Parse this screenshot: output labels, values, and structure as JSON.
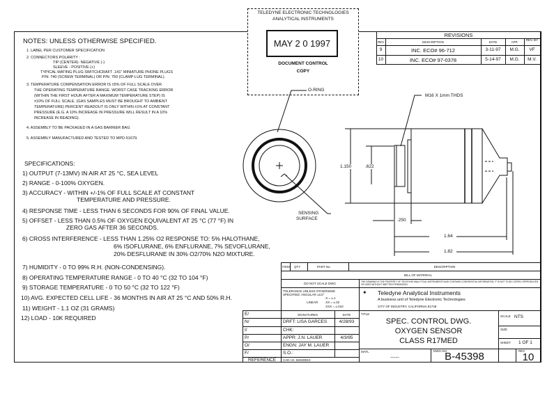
{
  "stamp": {
    "org1": "TELEDYNE ELECTRONIC TECHNOLOGIES",
    "org2": "ANALYTICAL INSTRUMENTS",
    "date": "MAY 2 0 1997",
    "line1": "DOCUMENT CONTROL",
    "line2": "COPY"
  },
  "revisions": {
    "title": "REVISIONS",
    "headers": [
      "REV",
      "DESCRIPTION",
      "DATE",
      "APP.",
      "REV. BY"
    ],
    "rows": [
      [
        "9",
        "INC. ECO# 96-712",
        "3-11-97",
        "M.G.",
        "VF"
      ],
      [
        "10",
        "INC. ECO# 97-0378",
        "5-14-97",
        "M.G.",
        "M.V."
      ]
    ]
  },
  "notes": {
    "title": "NOTES: UNLESS OTHERWISE SPECIFIED.",
    "items": [
      "1. LABEL PER CUSTOMER SPECIFICATION",
      "2. CONNECTORS POLARITY :",
      "TIP (CENTER)- NEGATIVE (-)",
      "SLEEVE - POSITIVE (+)",
      "TYPICAL MATING PLUG SWITCHCRAFT .141\" MINIATURE PHONE PLUGS",
      "P/N: 740 (SCREW TERMINAL) OR P/N: 750 (CLAMP-LUG TERMINAL).",
      "3. TEMPERATURE COMPENSATION ERROR IS ±5% OF FULL SCALE OVER",
      "THE OPERATING TEMPERATURE RANGE. WORST CASE TRACKING ERROR",
      "(WITHIN THE FIRST HOUR AFTER A MAXIMUM TEMPERATURE STEP) IS",
      "±10% OF FULL SCALE. (GAS SAMPLES MUST BE BROUGHT TO AMBIENT",
      "TEMPERATURE) PERCENT READOUT IS ONLY WITHIN ±1% AT CONSTANT",
      "PRESSURE (E.G. A 10% INCREASE IN PRESSURE WILL RESULT IN A 10%",
      "INCREASE IN READING).",
      "4. ASSEMBLY TO BE PACKAGED IN A GAS BARRIER BAG",
      "5. ASSEMBLY MANUFACTURED AND TESTED TO MPD-51679."
    ]
  },
  "specs": {
    "title": "SPECIFICATIONS:",
    "items": [
      "1) OUTPUT    (7-13MV) IN AIR AT 25 °C, SEA LEVEL",
      "2) RANGE - 0-100% OXYGEN.",
      "3) ACCURACY - WITHIN +/-1% OF FULL SCALE AT CONSTANT",
      "TEMPERATURE AND PRESSURE.",
      "4) RESPONSE TIME - LESS THAN 6 SECONDS FOR 90% OF FINAL VALUE.",
      "5) OFFSET - LESS THAN 0.5% OF OXYGEN EQUIVALENT AT 25 °C (77 °F) IN",
      "ZERO GAS AFTER 36 SECONDS.",
      "6) CROSS INTERFERENCE - LESS THAN 1.25% O2 RESPONSE TO: 5% HALOTHANE,",
      "6% ISOFLURANE, 6% ENFLURANE, 7% SEVOFLURANE,",
      "20% DESFLURANE IN 30% O2/70% N2O MIXTURE.",
      "7) HUMIDITY - 0 TO 99% R.H. (NON-CONDENSING).",
      "8) OPERATING TEMPERATURE RANGE - 0 TO 40 °C (32 TO 104 °F)",
      "9) STORAGE TEMPERATURE - 0 TO 50 °C (32 TO 122 °F)",
      "10) AVG. EXPECTED CELL LIFE - 36 MONTHS IN AIR AT 25 °C AND 50% R.H.",
      "11) WEIGHT - 1.1 OZ (31 GRAMS)",
      "12) LOAD - 10K REQUIRED"
    ]
  },
  "drawing": {
    "oring": "O-RING",
    "sensing1": "SENSING",
    "sensing2": "SURFACE",
    "thread": "M16 X 1mm THDS",
    "dim_dia": "1.150",
    "dim_622": ".622",
    "dim_250": ".250",
    "dim_164": "1.64",
    "dim_182": "1.82"
  },
  "bom": {
    "item": "ITEM",
    "qty": "QTY",
    "part": "PART No.",
    "desc": "DESCRIPTION",
    "bill": "BILL OF MATERIAL"
  },
  "title_block": {
    "no_scale": "DO NOT SCALE DWG",
    "tol1": "TOLERANCE UNLESS OTHERWISE",
    "tol2": "SPECIFIED: ANGULAR ±1/2°",
    "tol_linear": "LINEAR",
    "tol_x": ".X = ±.1",
    "tol_xx": ".XX = ±.02",
    "tol_xxx": ".XXX = ±.010",
    "property": "THE DRAWING IS THE PROPERTY OF TELEDYNE ANALYTICAL INSTRUMENTS AND CONTAINS CONFIDENTIAL INFORMATION. IT IS NOT TO BE COPIED, REPRODUCED OR USED WITHOUT WRITTEN PERMISSION.",
    "company": "Teledyne Analytical Instruments",
    "unit": "A business unit of Teledyne Electronic Technologies",
    "city": "CITY OF INDUSTRY, CALIFORNIA 91748",
    "left": [
      "E/",
      "N/",
      "I/",
      "P/",
      "O/",
      "F/",
      "REFERENCE"
    ],
    "sig": [
      "SIGNATURES",
      "DRFT: LISA GARCES",
      "CHK:",
      "APPR: J.N. LAUER",
      "ENGN: JAY M. LAUER",
      "S.O.:",
      "CAD I.D. B4530810"
    ],
    "dates": [
      "DATE",
      "4/28/93",
      "",
      "4/3/95"
    ],
    "title_label": "TITLE",
    "title1": "SPEC. CONTROL DWG.",
    "title2": "OXYGEN SENSOR",
    "title3": "CLASS R17MED",
    "scale_label": "SCALE",
    "scale": "NTS",
    "size_label": "SIZE",
    "sheet_label": "SHEET",
    "sheet": "1 OF 1",
    "matl_label": "MATL",
    "matl": "-----",
    "dwg_label": "DWG NO.",
    "dwg": "B-45398",
    "rev_label": "REV",
    "rev": "10"
  }
}
